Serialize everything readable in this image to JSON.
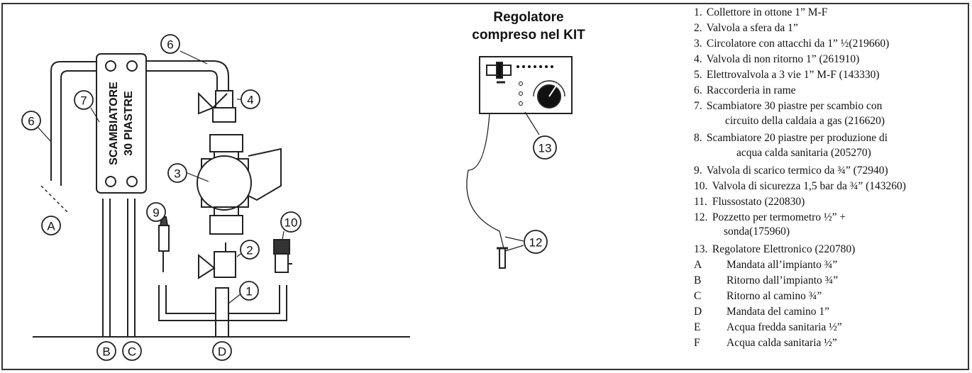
{
  "exchanger_label": [
    "SCAMBIATORE",
    "30 PIASTRE"
  ],
  "kit_title": [
    "Regolatore",
    "compreso nel KIT"
  ],
  "callouts": {
    "c1": "1",
    "c2": "2",
    "c3": "3",
    "c4": "4",
    "c6a": "6",
    "c6b": "6",
    "c7": "7",
    "c9": "9",
    "c10": "10",
    "c12": "12",
    "c13": "13",
    "ca": "A",
    "cb": "B",
    "cc": "C",
    "cd": "D"
  },
  "legend": [
    {
      "num": "1.",
      "text": "Collettore in ottone 1” M-F"
    },
    {
      "num": "2.",
      "text": "Valvola a sfera da 1”"
    },
    {
      "num": "3.",
      "text": "Circolatore con attacchi da 1” ½(219660)"
    },
    {
      "num": "4.",
      "text": "Valvola di non ritorno 1” (261910)"
    },
    {
      "num": "5.",
      "text": "Elettrovalvola a 3 vie 1” M-F (143330)"
    },
    {
      "num": "6.",
      "text": "Raccorderia in rame"
    },
    {
      "num": "7.",
      "text": "Scambiatore 30 piastre per scambio con",
      "cont": "circuito della caldaia a gas (216620)"
    },
    {
      "num": "8.",
      "text": "Scambiatore 20 piastre per produzione di",
      "cont": "acqua calda sanitaria (205270)"
    },
    {
      "num": "9.",
      "text": "Valvola di scarico termico da ¾” (72940)"
    },
    {
      "num": "10.",
      "text": "Valvola di sicurezza 1,5 bar da ¾” (143260)"
    },
    {
      "num": "11.",
      "text": "Flussostato (220830)"
    },
    {
      "num": "12.",
      "text": "Pozzetto per termometro ½” +",
      "cont": "sonda(175960)"
    },
    {
      "num": "13.",
      "text": "Regolatore Elettronico (220780)"
    },
    {
      "num": "A",
      "text": "Mandata all’impianto ¾”"
    },
    {
      "num": "B",
      "text": "Ritorno dall’impianto ¾”"
    },
    {
      "num": "C",
      "text": "Ritorno al camino ¾”"
    },
    {
      "num": "D",
      "text": "Mandata del camino 1”"
    },
    {
      "num": "E",
      "text": "Acqua fredda sanitaria ½”"
    },
    {
      "num": "F",
      "text": "Acqua calda sanitaria ½”"
    }
  ]
}
